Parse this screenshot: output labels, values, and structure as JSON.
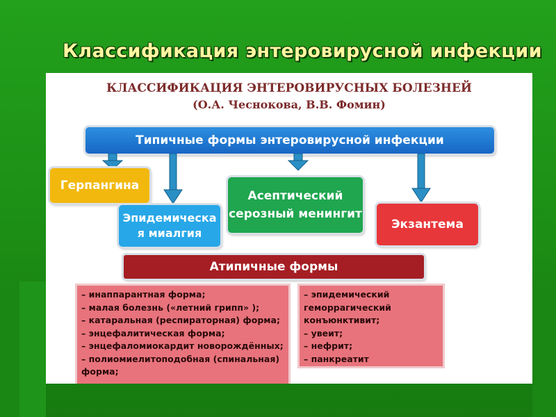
{
  "slide": {
    "title": "Классификация энтеровирусной инфекции"
  },
  "diagram": {
    "heading_line1": "КЛАССИФИКАЦИЯ ЭНТЕРОВИРУСНЫХ БОЛЕЗНЕЙ",
    "heading_line2": "(О.А. Чеснокова, В.В. Фомин)",
    "typical_forms": "Типичные формы энтеровирусной инфекции",
    "herpangina": "Герпангина",
    "myalgia_line1": "Эпидемическа",
    "myalgia_line2": "я миалгия",
    "meningitis_line1": "Асептический",
    "meningitis_line2": "серозный менингит",
    "exanthema": "Экзантема",
    "atypical_forms": "Атипичные формы",
    "atypical_left": [
      "– инаппарантная форма;",
      "– малая болезнь («летний грипп» );",
      "– катаральная (респираторная) форма;",
      "– энцефалитическая форма;",
      "– энцефаломиокардит новорождённых;",
      "– полиомиелитоподобная (спинальная)",
      "форма;"
    ],
    "atypical_right": [
      "– эпидемический",
      "геморрагический",
      "конъюнктивит;",
      "– увеит;",
      "– нефрит;",
      "– панкреатит"
    ]
  },
  "colors": {
    "background": "#1c8e15",
    "title_text": "#fff6a0",
    "heading_text": "#7d2b2b",
    "typical_box": "#1766c4",
    "herpangina_box": "#f2b80d",
    "myalgia_box": "#27a7e8",
    "meningitis_box": "#1fa64f",
    "exanthema_box": "#e8373a",
    "atypical_box": "#a51e24",
    "list_box": "#e8737c",
    "arrow": "#2a8fc4"
  }
}
